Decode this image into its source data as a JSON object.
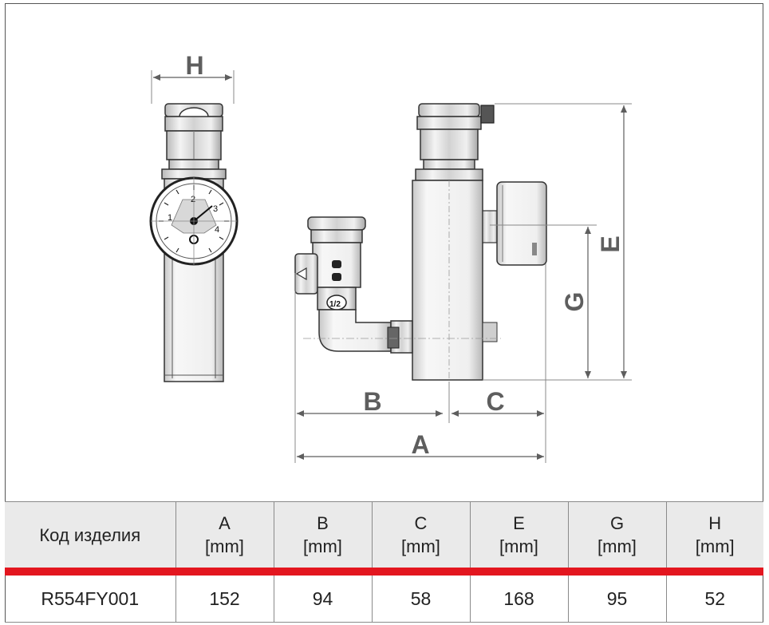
{
  "dimension_labels": {
    "a": "A",
    "b": "B",
    "c": "C",
    "e": "E",
    "g": "G",
    "h": "H"
  },
  "gauge": {
    "scale_1": "1",
    "scale_2": "2",
    "scale_3": "3",
    "scale_4": "4"
  },
  "valve_mark": "1/2",
  "table": {
    "header_label": "Код изделия",
    "columns": [
      {
        "name": "A",
        "unit": "[mm]"
      },
      {
        "name": "B",
        "unit": "[mm]"
      },
      {
        "name": "C",
        "unit": "[mm]"
      },
      {
        "name": "E",
        "unit": "[mm]"
      },
      {
        "name": "G",
        "unit": "[mm]"
      },
      {
        "name": "H",
        "unit": "[mm]"
      }
    ],
    "rows": [
      {
        "code": "R554FY001",
        "values": [
          "152",
          "94",
          "58",
          "168",
          "95",
          "52"
        ]
      }
    ]
  },
  "colors": {
    "accent_bar": "#e3161f",
    "dimension_gray": "#5e5e5e",
    "header_bg": "#eaeaea"
  }
}
